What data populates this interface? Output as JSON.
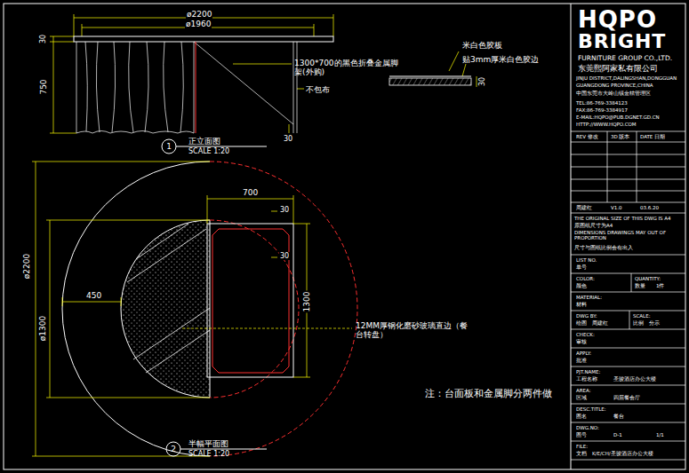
{
  "diagram": {
    "labels": [
      "ø2200",
      "ø1960",
      "30",
      "750",
      "1300*700的黑色折叠金属脚架(外购)",
      "不包布",
      "30",
      "米白色胶板",
      "贴3mm厚米白色胶边",
      "30",
      "1",
      "正立面图",
      "SCALE 1:20",
      "ø2200",
      "ø1300",
      "450",
      "700",
      "30",
      "30",
      "1300",
      "12MM厚钢化磨砂玻璃直边（餐台转盘）",
      "2",
      "半幅平面图",
      "SCALE 1:20",
      "注：台面板和金属脚分两件做",
      "HQPO",
      "BRIGHT",
      "FURNITURE GROUP CO.,LTD.",
      "东莞熙阿家私有限公司",
      "JINJU DISTRICT,DALINGSHAN,DONGGUAN",
      "GUANGDONG PROVINCE,CHINA",
      "中国东莞市大岭山镇金桔管理区",
      "TEL:86-769-3384123",
      "FAX:86-769-3384917",
      "E-MAIL:HQPO@PUB.DGNET.GD.CN",
      "HTTP://WWW.HQPO.COM",
      "REV 修改",
      "3D 版本",
      "DATE 日期",
      "周建红",
      "V1.0",
      "03.6.20",
      "THE ORIGINAL SIZE OF THIS DWG IS A4",
      "原图纸尺寸为A4",
      "DIMENSIONS DRAWINGS MAY OUT OF PROPORTION",
      "尺寸与图纸比例会有出入",
      "LIST NO.",
      "单号",
      "COLOR:",
      "QUANTITY:",
      "颜色",
      "数量",
      "1件",
      "MATERIAL:",
      "材料",
      "DWG BY:",
      "SCALE:",
      "绘图",
      "周建红",
      "比例",
      "分示",
      "CHECK:",
      "审核",
      "APPLY:",
      "批准",
      "PJT.NAME:",
      "工程名称",
      "圣骏酒店办公大楼",
      "AREA:",
      "区域",
      "四层餐会厅",
      "DESC.TITLE:",
      "图名",
      "餐台",
      "DWG.NO:",
      "图号",
      "D-1",
      "1/1",
      "FILE:",
      "文档",
      "K/E/CH/圣骏酒店办公大楼"
    ]
  }
}
